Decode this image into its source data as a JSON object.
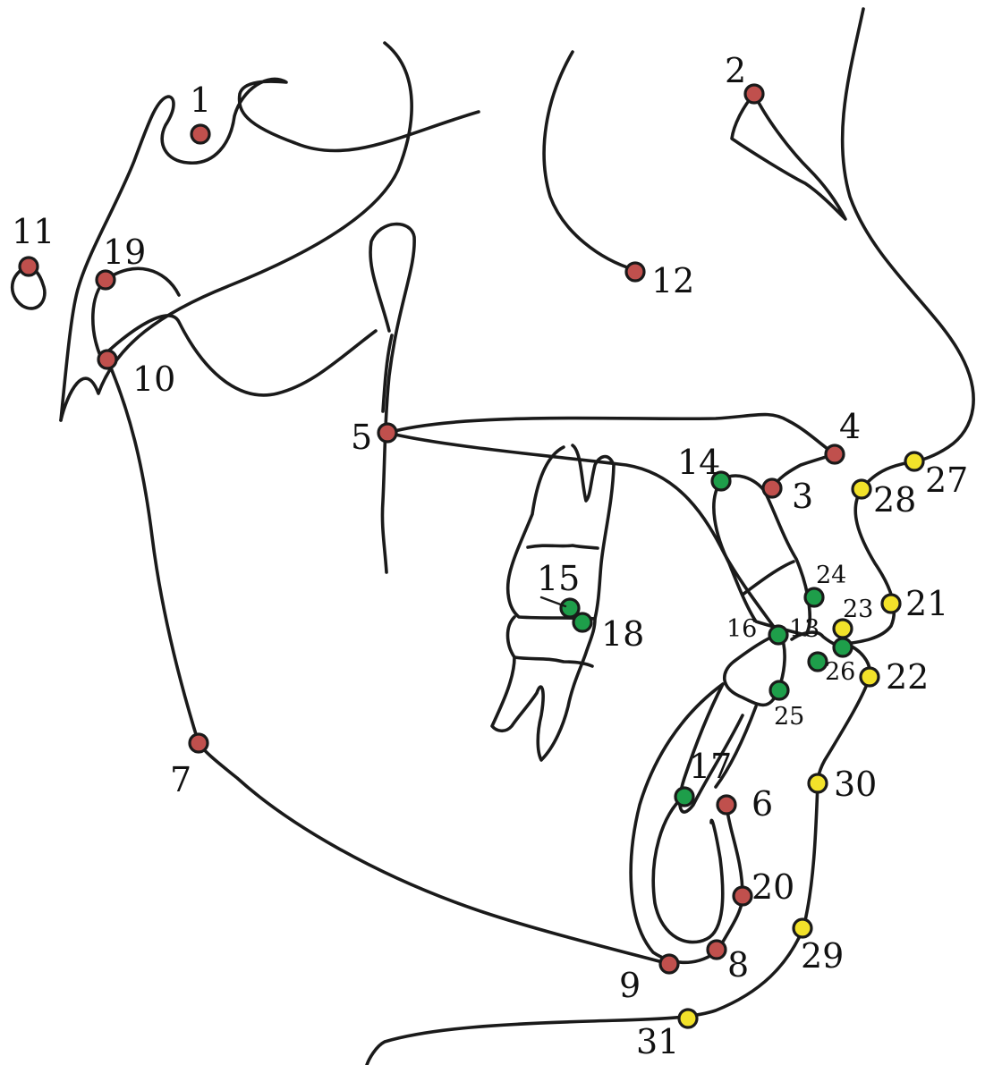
{
  "colors": {
    "red": "#c0504d",
    "green": "#1e9e4a",
    "yellow": "#f2e22a",
    "stroke": "#1a1a1a",
    "background": "#ffffff"
  },
  "landmarks": [
    {
      "label": "1",
      "group": "red"
    },
    {
      "label": "2",
      "group": "red"
    },
    {
      "label": "3",
      "group": "red"
    },
    {
      "label": "4",
      "group": "red"
    },
    {
      "label": "5",
      "group": "red"
    },
    {
      "label": "6",
      "group": "red"
    },
    {
      "label": "7",
      "group": "red"
    },
    {
      "label": "8",
      "group": "red"
    },
    {
      "label": "9",
      "group": "red"
    },
    {
      "label": "10",
      "group": "red"
    },
    {
      "label": "11",
      "group": "red"
    },
    {
      "label": "12",
      "group": "red"
    },
    {
      "label": "13",
      "group": "green"
    },
    {
      "label": "14",
      "group": "green"
    },
    {
      "label": "15",
      "group": "green"
    },
    {
      "label": "16",
      "group": "green"
    },
    {
      "label": "17",
      "group": "green"
    },
    {
      "label": "18",
      "group": "green"
    },
    {
      "label": "19",
      "group": "red"
    },
    {
      "label": "20",
      "group": "red"
    },
    {
      "label": "21",
      "group": "yellow"
    },
    {
      "label": "22",
      "group": "yellow"
    },
    {
      "label": "23",
      "group": "yellow"
    },
    {
      "label": "24",
      "group": "green"
    },
    {
      "label": "25",
      "group": "green"
    },
    {
      "label": "26",
      "group": "green"
    },
    {
      "label": "27",
      "group": "yellow"
    },
    {
      "label": "28",
      "group": "yellow"
    },
    {
      "label": "29",
      "group": "yellow"
    },
    {
      "label": "30",
      "group": "yellow"
    },
    {
      "label": "31",
      "group": "yellow"
    }
  ]
}
